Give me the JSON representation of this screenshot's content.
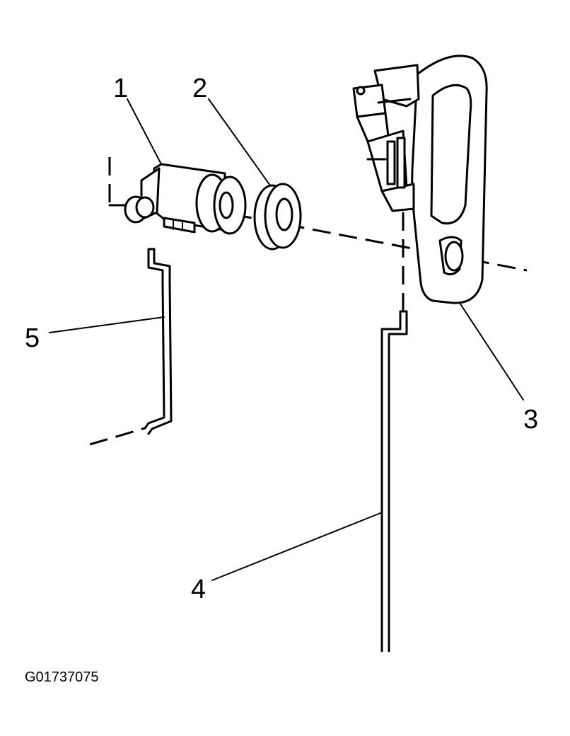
{
  "callouts": [
    {
      "id": "1",
      "label": "1"
    },
    {
      "id": "2",
      "label": "2"
    },
    {
      "id": "3",
      "label": "3"
    },
    {
      "id": "4",
      "label": "4"
    },
    {
      "id": "5",
      "label": "5"
    }
  ],
  "figure_code": "G01737075"
}
